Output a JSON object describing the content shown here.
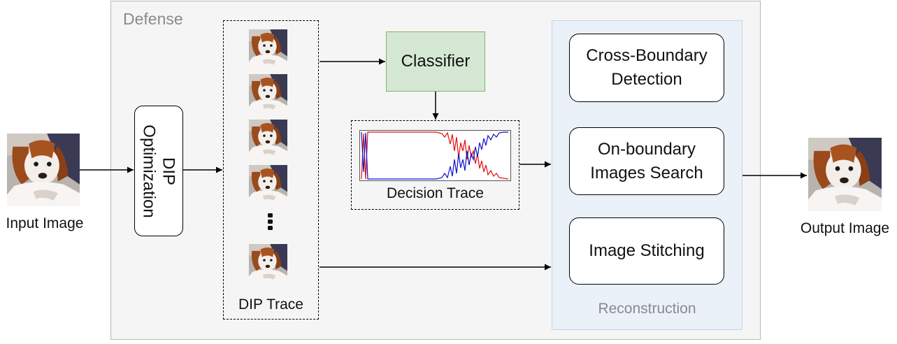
{
  "defense": {
    "title": "Defense"
  },
  "input_image": {
    "label": "Input Image",
    "icon": "dog-image"
  },
  "output_image": {
    "label": "Output Image",
    "icon": "dog-image"
  },
  "dip_optimization": {
    "line1": "DIP",
    "line2": "Optimization"
  },
  "dip_trace": {
    "label": "DIP Trace",
    "thumbnail_count": 5,
    "ellipsis": "⋮"
  },
  "classifier": {
    "label": "Classifier"
  },
  "decision_trace": {
    "label": "Decision Trace"
  },
  "reconstruction": {
    "title": "Reconstruction",
    "modules": [
      {
        "line1": "Cross-Boundary",
        "line2": "Detection"
      },
      {
        "line1": "On-boundary",
        "line2": "Images Search"
      },
      {
        "line1": "Image Stitching",
        "line2": ""
      }
    ]
  },
  "colors": {
    "classifier_fill": "#d5e8d4",
    "classifier_border": "#82b366",
    "reconstruction_fill": "#eaf1f9",
    "defense_fill": "#f5f5f5",
    "trace_red": "#e01010",
    "trace_blue": "#1010cc"
  }
}
